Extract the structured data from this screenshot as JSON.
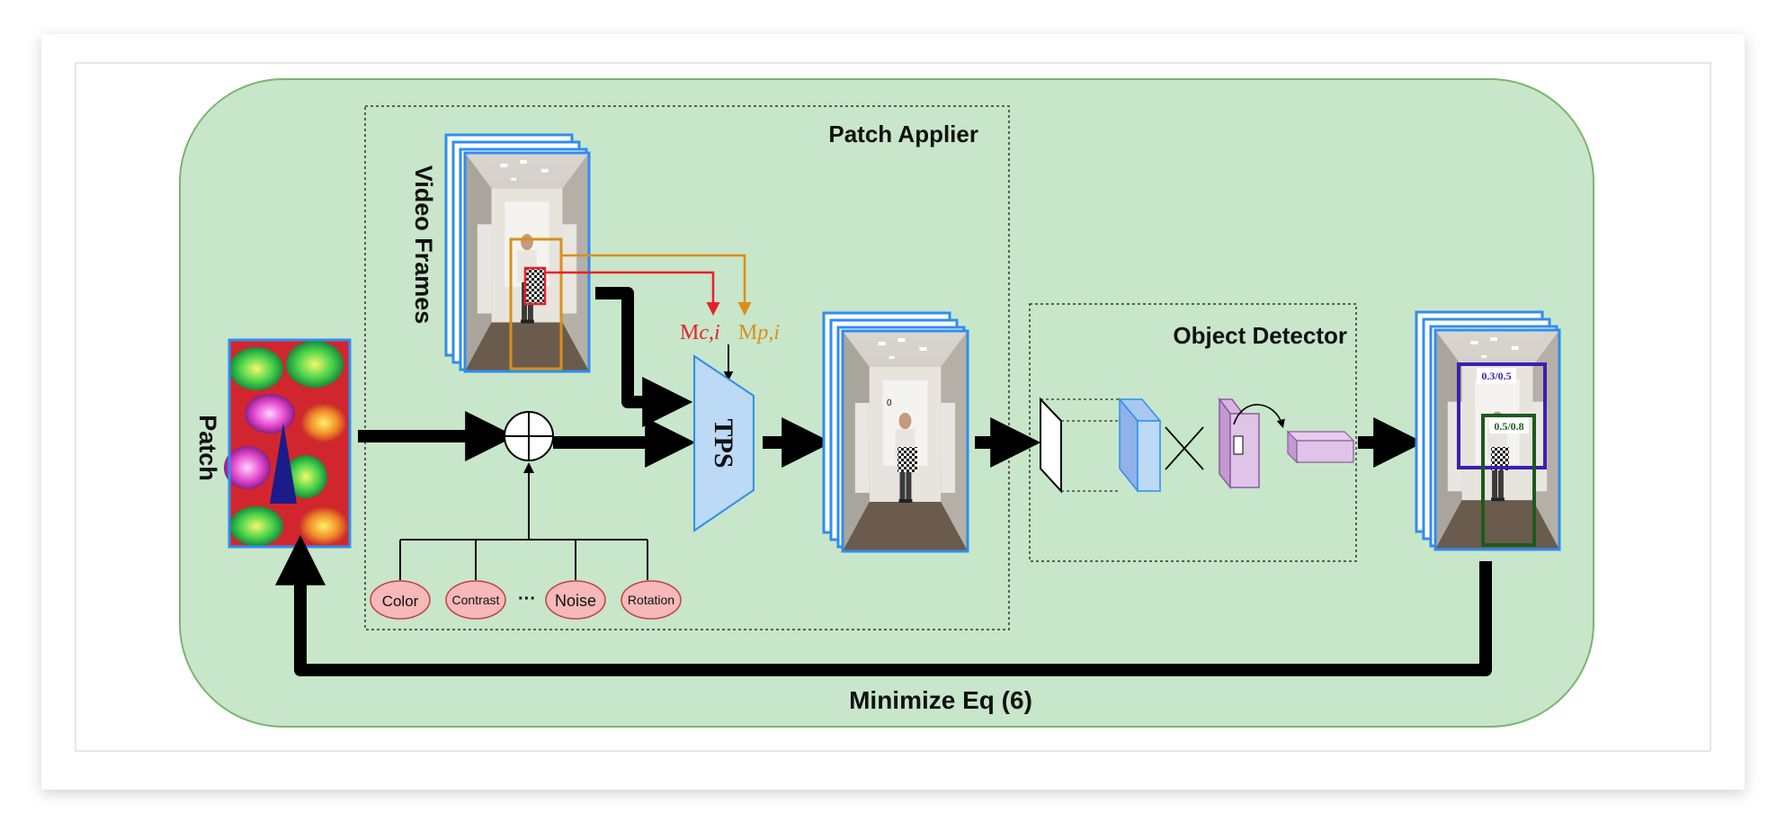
{
  "diagram": {
    "sections": {
      "patch_applier": "Patch Applier",
      "object_detector": "Object Detector"
    },
    "labels": {
      "video_frames": "Video Frames",
      "patch": "Patch",
      "tps": "TPS",
      "mask_c_prefix": "M",
      "mask_c_sub": "c,i",
      "mask_p_prefix": "M",
      "mask_p_sub": "p,i",
      "minimize": "Minimize Eq (6)",
      "overlay_zero": "0"
    },
    "augmentations": [
      {
        "label": "Color"
      },
      {
        "label": "Contrast"
      },
      {
        "label": "Noise"
      },
      {
        "label": "Rotation"
      }
    ],
    "augmentation_ellipsis": "···",
    "detections": [
      {
        "label": "0.3/0.5",
        "color": "#3a1fb0"
      },
      {
        "label": "0.5/0.8",
        "color": "#1d5a1d"
      }
    ],
    "colors": {
      "panel_fill": "#c8e6c9",
      "panel_border": "#7ab56f",
      "frame_border": "#2f8df0",
      "mask_c": "#e8202a",
      "mask_p": "#d8901a",
      "tps_fill": "#bcd9f5",
      "aug_fill": "#f6b8b8",
      "aug_border": "#c04040",
      "arrow": "#000000"
    }
  }
}
